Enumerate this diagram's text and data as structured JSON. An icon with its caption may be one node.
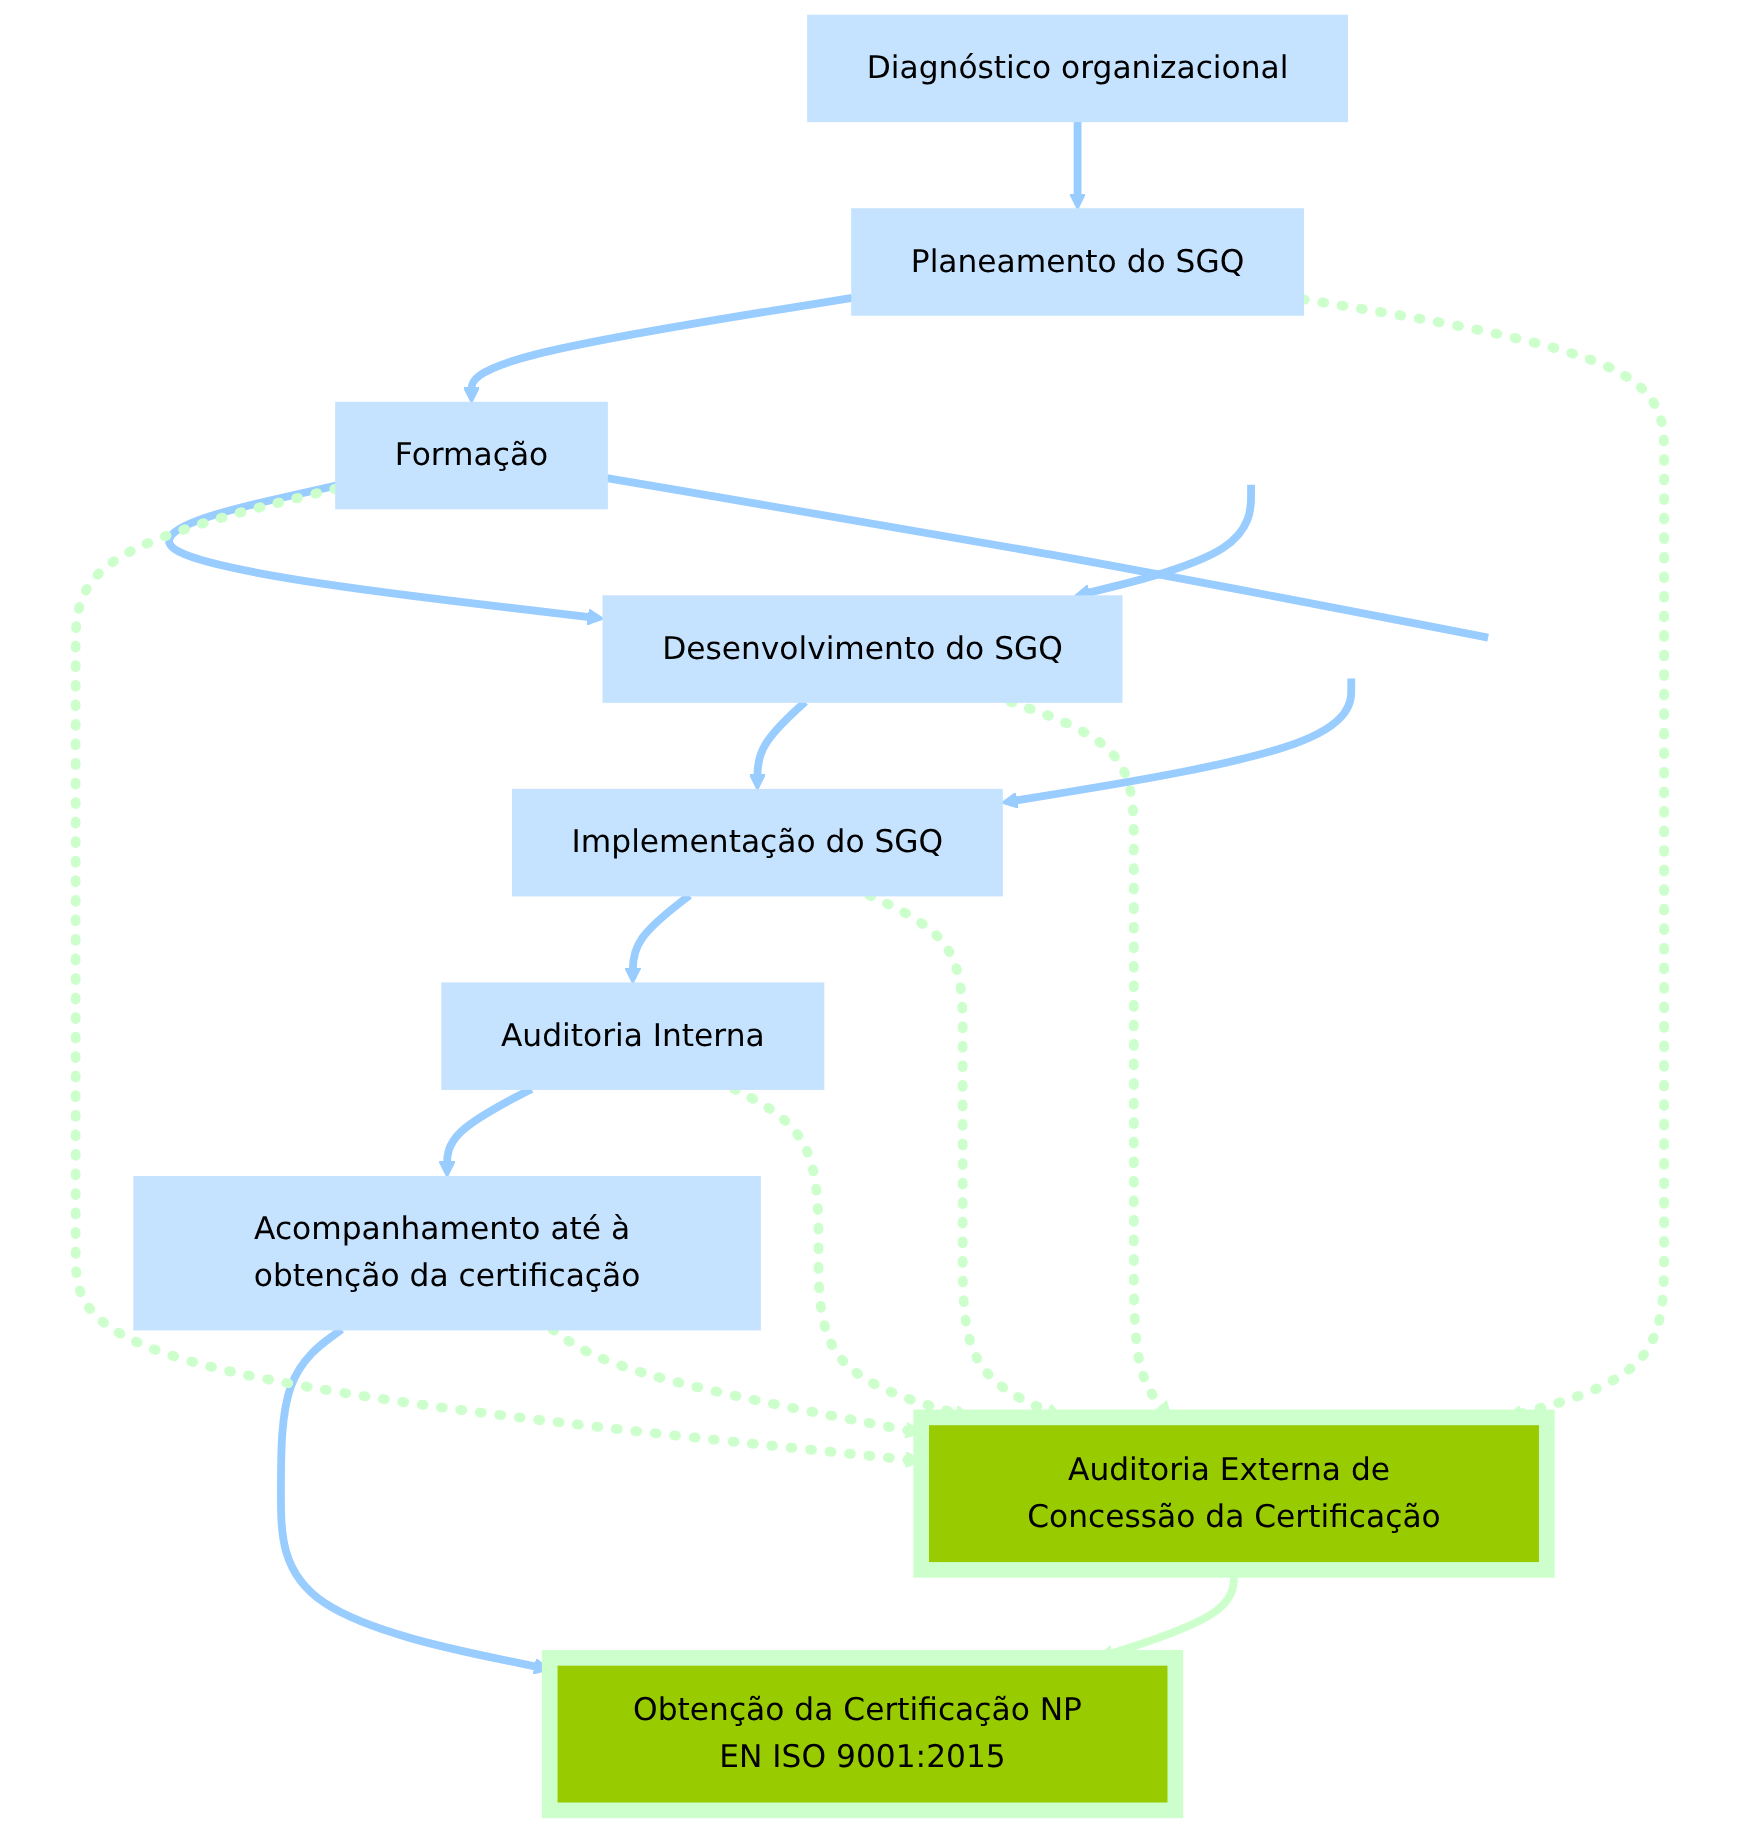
{
  "diagram": {
    "nodes": [
      {
        "text": [
          "Auditoria Externa de Concessão da Certificação"
        ]
      },
      {
        "text": [
          "Diagnóstico organizacional"
        ]
      },
      {
        "text": [
          "Planeamento do SGQ"
        ]
      },
      {
        "text": [
          "Formação"
        ]
      },
      {
        "text": [
          "Desenvolvimento do SGQ"
        ]
      },
      {
        "text": [
          "Implementação do SGQ"
        ]
      },
      {
        "text": [
          "Auditoria Interna"
        ]
      },
      {
        "text": [
          "Acompanhamento até à obtenção da certificação"
        ]
      },
      {
        "text": [
          "Obtenção da Certificação NP EN ISO 9001:2015"
        ]
      }
    ],
    "edges": [
      {
        "from": 1,
        "to": 2,
        "arrow": "to"
      },
      {
        "from": 2,
        "to": 3,
        "arrow": "to"
      },
      {
        "from": 3,
        "to": 4,
        "arrow": "to"
      },
      {
        "from": 4,
        "to": 5,
        "arrow": "to"
      },
      {
        "from": 5,
        "to": 6,
        "arrow": "to"
      },
      {
        "from": 6,
        "to": 7,
        "arrow": "to"
      },
      {
        "from": 7,
        "to": 8,
        "arrow": "to"
      },
      {
        "from": 0,
        "to": 8,
        "arrow": "to",
        "color": "#ccffcc"
      },
      {
        "from": 2,
        "to": 0,
        "arrow": "to",
        "style": "dashed",
        "color": "#ccffcc"
      },
      {
        "from": 3,
        "to": 0,
        "arrow": "to",
        "style": "dashed",
        "color": "#ccffcc"
      },
      {
        "from": 4,
        "to": 0,
        "arrow": "to",
        "style": "dashed",
        "color": "#ccffcc"
      },
      {
        "from": 5,
        "to": 0,
        "arrow": "to",
        "style": "dashed",
        "color": "#ccffcc"
      },
      {
        "from": 6,
        "to": 0,
        "arrow": "to",
        "style": "dashed",
        "color": "#ccffcc"
      },
      {
        "from": 7,
        "to": 0,
        "arrow": "to",
        "style": "dashed",
        "color": "#ccffcc"
      },
      {
        "from": 3,
        "to": null,
        "arrow": "none"
      },
      {
        "from": null,
        "to": 4,
        "arrow": "to"
      },
      {
        "from": null,
        "to": 5,
        "arrow": "to"
      }
    ]
  }
}
